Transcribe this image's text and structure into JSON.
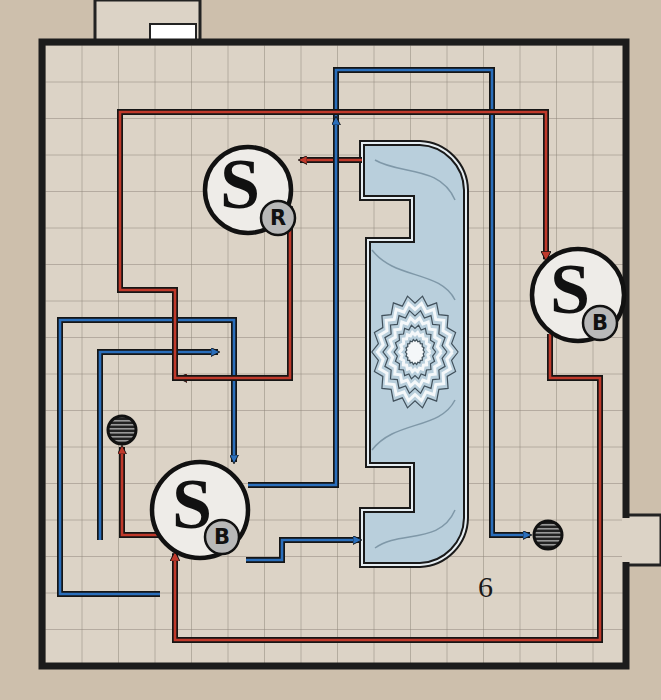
{
  "diagram": {
    "nodes": [
      {
        "text": [
          "S"
        ]
      },
      {
        "text": [
          "R"
        ],
        "in": 0
      },
      {
        "text": [
          "S"
        ]
      },
      {
        "text": [
          "B"
        ],
        "in": 2
      },
      {
        "text": [
          "S"
        ]
      },
      {
        "text": [
          "B"
        ],
        "in": 4
      }
    ],
    "edges": [
      {
        "from": 0,
        "to": 2,
        "arrow": "to"
      },
      {
        "from": 2,
        "to": 4,
        "arrow": "to"
      }
    ],
    "labels": [
      "6"
    ]
  }
}
